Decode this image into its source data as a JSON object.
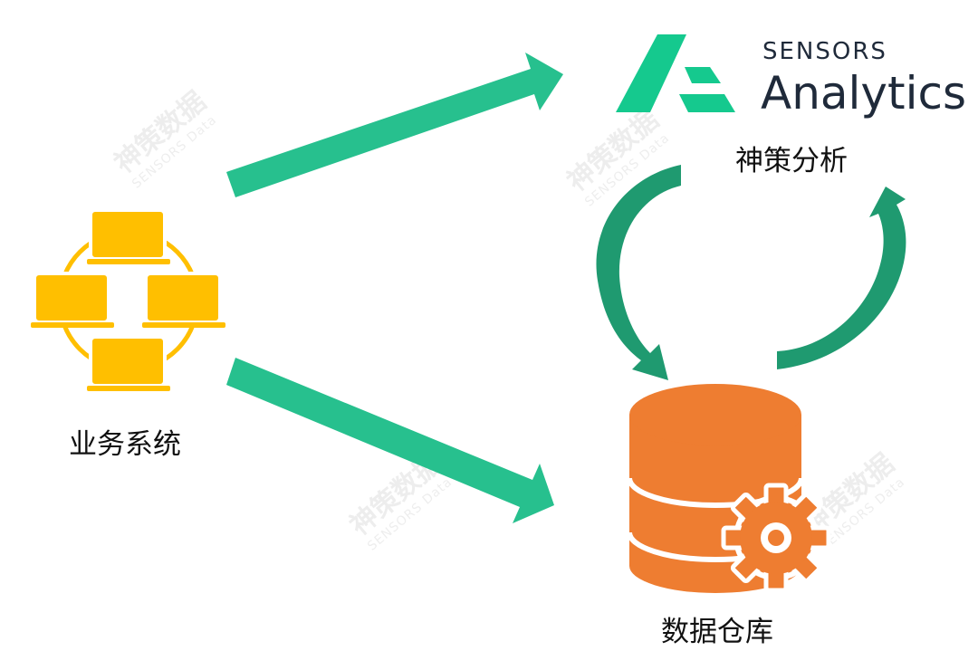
{
  "nodes": {
    "business": {
      "label": "业务系统"
    },
    "analytics": {
      "brand_top": "SENSORS",
      "brand_main": "Analytics",
      "label": "神策分析"
    },
    "warehouse": {
      "label": "数据仓库"
    }
  },
  "watermark": {
    "cn": "神策数据",
    "en": "SENSORS Data"
  },
  "colors": {
    "arrow": "#27c08e",
    "arrow_dark": "#1f9a70",
    "laptop": "#ffbf00",
    "db": "#ee7d31",
    "logo": "#15c98e",
    "brand_text": "#1f2a3a"
  }
}
